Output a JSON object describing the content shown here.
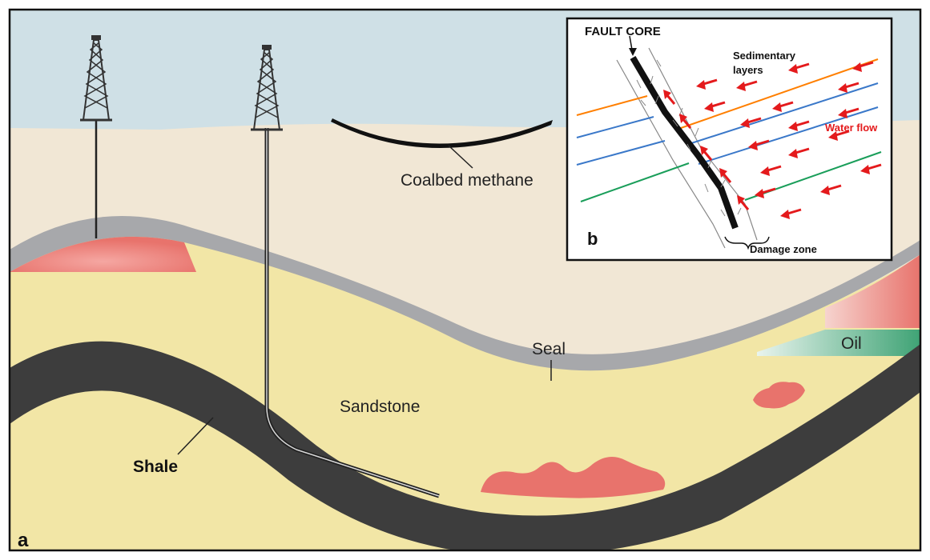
{
  "panel_a": {
    "letter": "a",
    "labels": {
      "coalbed": "Coalbed methane",
      "seal": "Seal",
      "oil": "Oil",
      "sandstone": "Sandstone",
      "shale": "Shale"
    }
  },
  "panel_b": {
    "letter": "b",
    "labels": {
      "fault_core": "FAULT CORE",
      "sedimentary_1": "Sedimentary",
      "sedimentary_2": "layers",
      "water_flow": "Water flow",
      "damage_zone": "Damage zone"
    }
  },
  "colors": {
    "sky": "#cfe0e6",
    "surface_rock": "#f1e7d5",
    "seal": "#a7a8ab",
    "sandstone": "#f2e6a6",
    "shale": "#3d3d3d",
    "gas": "#e8736c",
    "oil": "#4aa97f",
    "arrow": "#e41a1c",
    "orange_layer": "#ff7f00",
    "blue_layer": "#3a78c9",
    "green_layer": "#1a9e5a"
  },
  "icons": [
    "drilling-rig-icon",
    "drilling-rig-icon"
  ]
}
